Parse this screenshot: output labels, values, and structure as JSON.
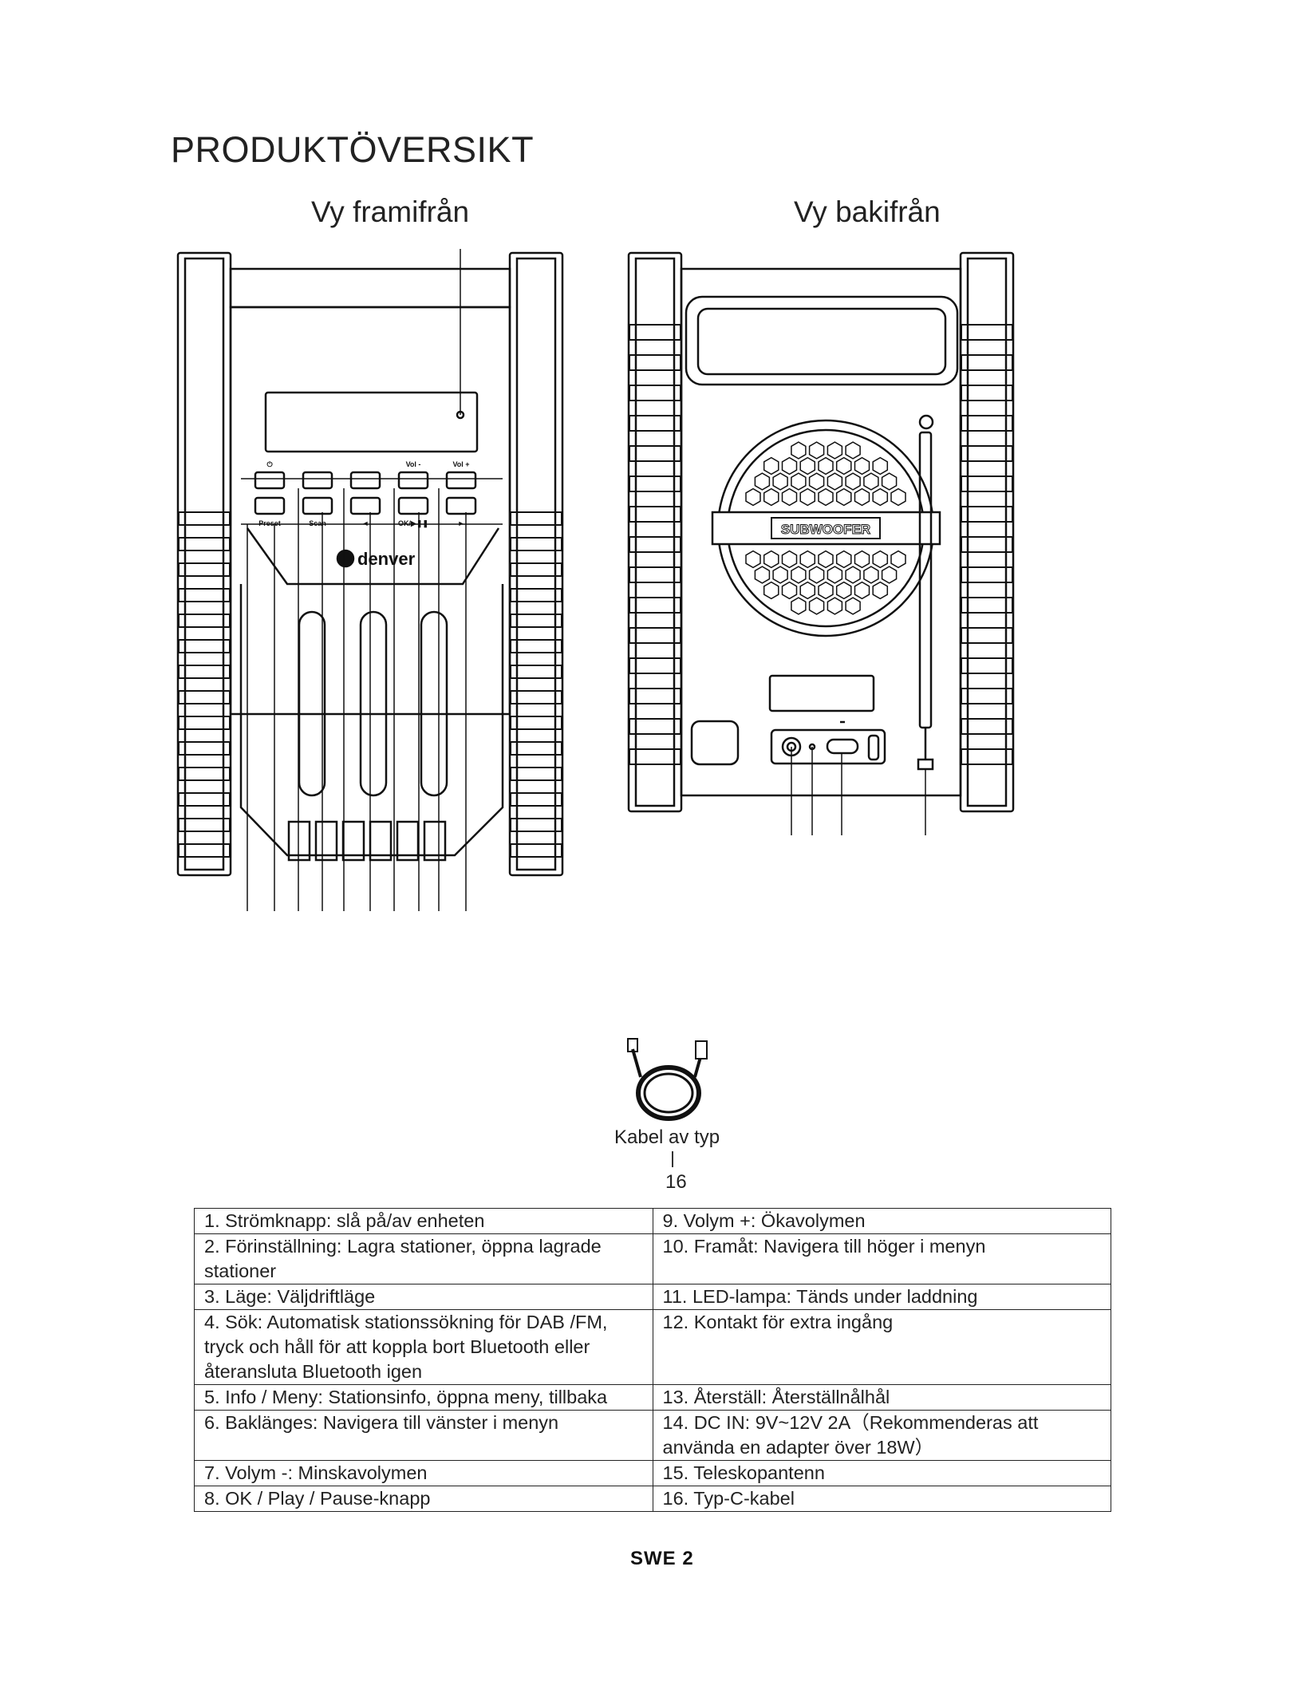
{
  "title": "PRODUKTÖVERSIKT",
  "front_view": {
    "title": "Vy framifrån",
    "top_button_labels": [
      "⏻",
      "",
      "",
      "Vol -",
      "Vol +"
    ],
    "bottom_button_labels": [
      "Preset",
      "Scan",
      "◄",
      "OK/▶❚❚",
      "►"
    ],
    "logo": "denver"
  },
  "back_view": {
    "title": "Vy bakifrån",
    "speaker_label": "SUBWOOFER"
  },
  "cable": {
    "label": "Kabel av typ",
    "number": "16"
  },
  "parts": [
    [
      "1. Strömknapp: slå på/av enheten",
      "9. Volym +: Ökavolymen"
    ],
    [
      "2. Förinställning: Lagra stationer, öppna lagrade stationer",
      "10. Framåt: Navigera till höger i menyn"
    ],
    [
      "3. Läge: Väljdriftläge",
      "11. LED-lampa: Tänds under laddning"
    ],
    [
      "4. Sök: Automatisk stationssökning för DAB /FM, tryck och håll för att koppla bort Bluetooth eller återansluta Bluetooth igen",
      "12. Kontakt för extra ingång"
    ],
    [
      "5. Info / Meny: Stationsinfo, öppna meny, tillbaka",
      "13. Återställ: Återställnålhål"
    ],
    [
      "6. Baklänges: Navigera till vänster i menyn",
      "14. DC IN: 9V~12V 2A（Rekommenderas att använda en adapter över 18W）"
    ],
    [
      "7. Volym -: Minskavolymen",
      "15. Teleskopantenn"
    ],
    [
      "8. OK / Play / Pause-knapp",
      "16. Typ-C-kabel"
    ]
  ],
  "footer": "SWE  2"
}
